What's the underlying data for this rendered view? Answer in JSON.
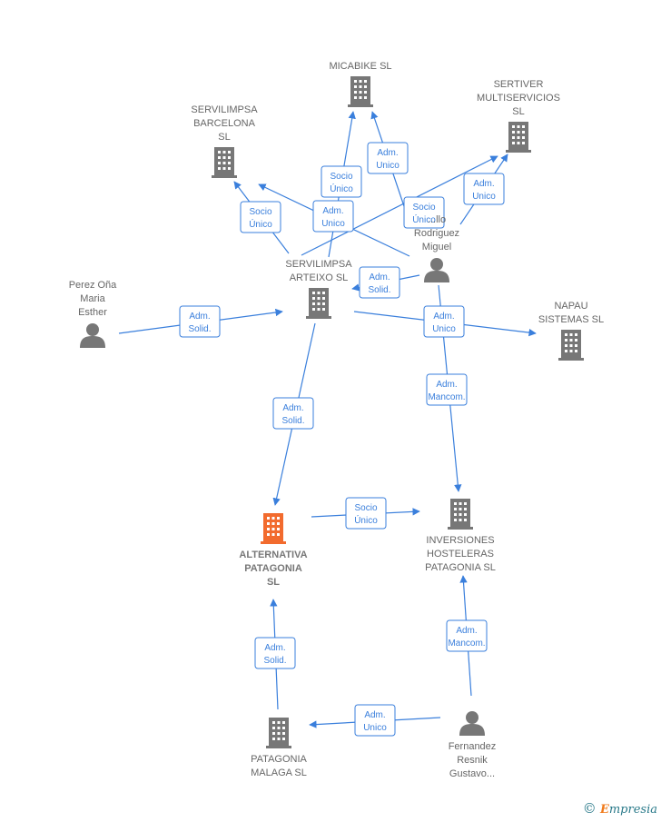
{
  "colors": {
    "edge": "#3a7fdc",
    "company": "#777777",
    "focus_company": "#f26b2e",
    "person": "#777777"
  },
  "nodes": [
    {
      "id": "micabike",
      "kind": "company",
      "lines": [
        "MICABIKE SL"
      ]
    },
    {
      "id": "sertiver",
      "kind": "company",
      "lines": [
        "SERTIVER",
        "MULTISERVICIOS",
        "SL"
      ]
    },
    {
      "id": "servilimpsa_bcn",
      "kind": "company",
      "lines": [
        "SERVILIMPSA",
        "BARCELONA",
        "SL"
      ]
    },
    {
      "id": "servilimpsa_art",
      "kind": "company",
      "lines": [
        "SERVILIMPSA",
        "ARTEIXO  SL"
      ]
    },
    {
      "id": "napau",
      "kind": "company",
      "lines": [
        "NAPAU",
        "SISTEMAS SL"
      ]
    },
    {
      "id": "alternativa",
      "kind": "focus",
      "lines": [
        "ALTERNATIVA",
        "PATAGONIA",
        "SL"
      ]
    },
    {
      "id": "inversiones",
      "kind": "company",
      "lines": [
        "INVERSIONES",
        "HOSTELERAS",
        "PATAGONIA  SL"
      ]
    },
    {
      "id": "patagonia_malaga",
      "kind": "company",
      "lines": [
        "PATAGONIA",
        "MALAGA  SL"
      ]
    },
    {
      "id": "perez",
      "kind": "person",
      "lines": [
        "Perez Oña",
        "Maria",
        "Esther"
      ]
    },
    {
      "id": "rodriguez",
      "kind": "person",
      "lines": [
        "...llo",
        "Rodriguez",
        "Miguel"
      ]
    },
    {
      "id": "fernandez",
      "kind": "person",
      "lines": [
        "Fernandez",
        "Resnik",
        "Gustavo..."
      ]
    }
  ],
  "edges": [
    {
      "from": "servilimpsa_art",
      "to": "micabike",
      "lines": [
        "Socio",
        "Único"
      ]
    },
    {
      "from": "rodriguez",
      "to": "micabike",
      "lines": [
        "Adm.",
        "Unico"
      ]
    },
    {
      "from": "servilimpsa_art",
      "to": "servilimpsa_bcn",
      "lines": [
        "Socio",
        "Único"
      ]
    },
    {
      "from": "rodriguez",
      "to": "servilimpsa_bcn",
      "lines": [
        "Adm.",
        "Unico"
      ]
    },
    {
      "from": "servilimpsa_art",
      "to": "sertiver",
      "lines": [
        "Socio",
        "Único"
      ]
    },
    {
      "from": "rodriguez",
      "to": "sertiver",
      "lines": [
        "Adm.",
        "Unico"
      ]
    },
    {
      "from": "rodriguez",
      "to": "servilimpsa_art",
      "lines": [
        "Adm.",
        "Solid."
      ]
    },
    {
      "from": "perez",
      "to": "servilimpsa_art",
      "lines": [
        "Adm.",
        "Solid."
      ]
    },
    {
      "from": "servilimpsa_art",
      "to": "napau",
      "lines": [
        "Adm.",
        "Unico"
      ]
    },
    {
      "from": "rodriguez",
      "to": "inversiones",
      "lines": [
        "Adm.",
        "Mancom."
      ]
    },
    {
      "from": "servilimpsa_art",
      "to": "alternativa",
      "lines": [
        "Adm.",
        "Solid."
      ]
    },
    {
      "from": "alternativa",
      "to": "inversiones",
      "lines": [
        "Socio",
        "Único"
      ]
    },
    {
      "from": "fernandez",
      "to": "inversiones",
      "lines": [
        "Adm.",
        "Mancom."
      ]
    },
    {
      "from": "patagonia_malaga",
      "to": "alternativa",
      "lines": [
        "Adm.",
        "Solid."
      ]
    },
    {
      "from": "fernandez",
      "to": "patagonia_malaga",
      "lines": [
        "Adm.",
        "Unico"
      ]
    }
  ],
  "brand": {
    "symbol": "©",
    "initial": "E",
    "rest": "mpresia"
  }
}
